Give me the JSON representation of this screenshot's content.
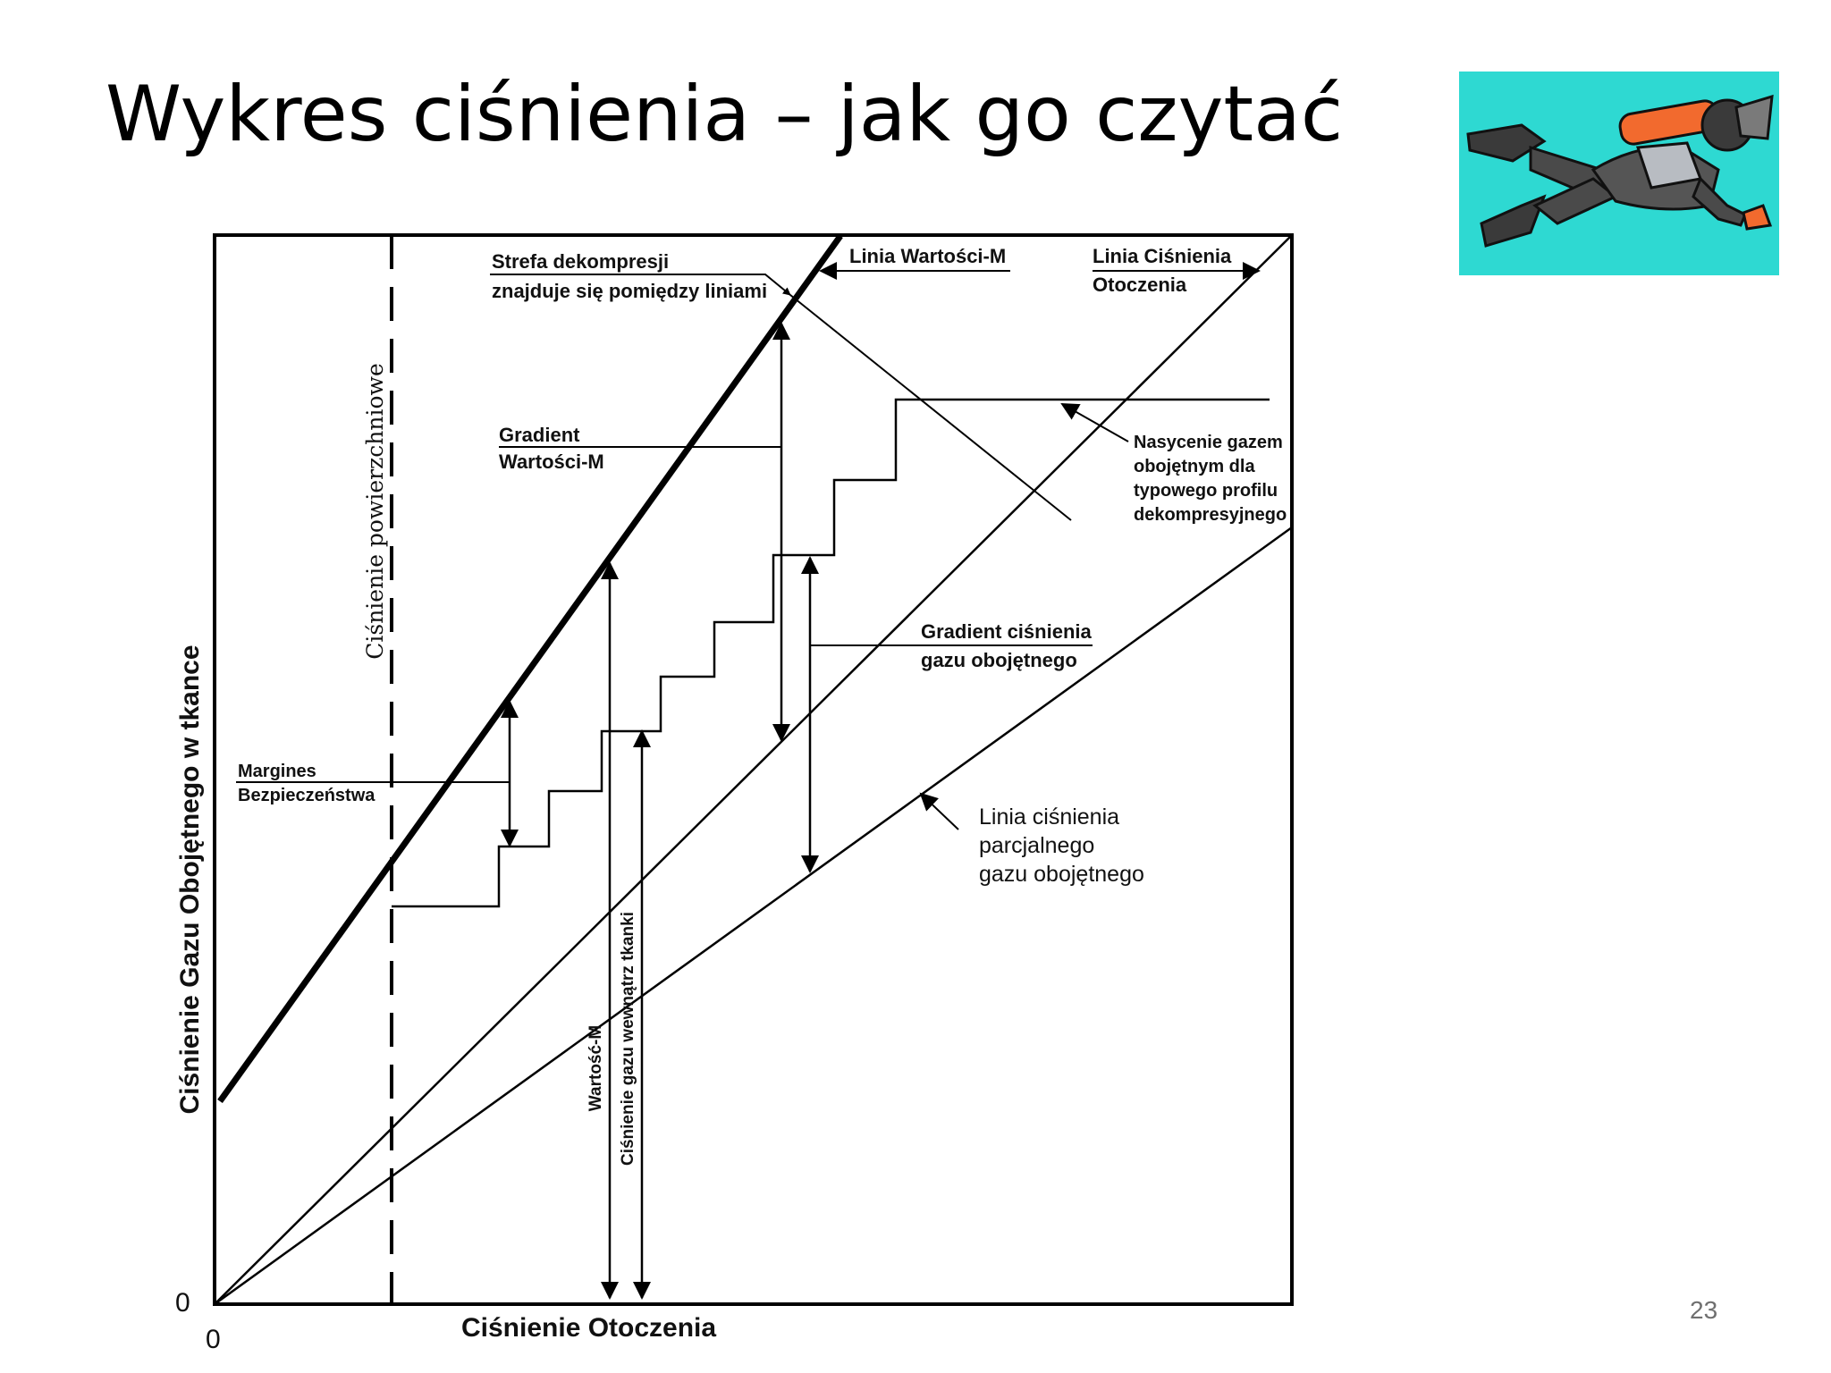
{
  "slide": {
    "title": "Wykres ciśnienia – jak go czytać",
    "page_number": "23"
  },
  "diagram": {
    "axis": {
      "y_label": "Ciśnienie Gazu Obojętnego w tkance",
      "x_label": "Ciśnienie Otoczenia",
      "origin_x": "0",
      "origin_y": "0"
    },
    "labels": {
      "surface_pressure": "Ciśnienie powierzchniowe",
      "decompression_zone": [
        "Strefa dekompresji",
        "znajduje się pomiędzy liniami"
      ],
      "m_value_line": "Linia Wartości-M",
      "ambient_line": [
        "Linia Ciśnienia",
        "Otoczenia"
      ],
      "m_value_gradient": [
        "Gradient",
        "Wartości-M"
      ],
      "saturation": [
        "Nasycenie gazem",
        "obojętnym dla",
        "typowego profilu",
        "dekompresyjnego"
      ],
      "inert_gradient": [
        "Gradient ciśnienia",
        "gazu obojętnego"
      ],
      "safety_margin": [
        "Margines",
        "Bezpieczeństwa"
      ],
      "partial_pressure_line": [
        "Linia ciśnienia",
        "parcjalnego",
        "gazu obojętnego"
      ],
      "m_value": "Wartość-M",
      "tissue_pressure": "Ciśnienie gazu wewnątrz tkanki"
    }
  },
  "decor": {
    "diver_image": "scuba-diver-icon",
    "diver_background": "#2ed9d2"
  }
}
